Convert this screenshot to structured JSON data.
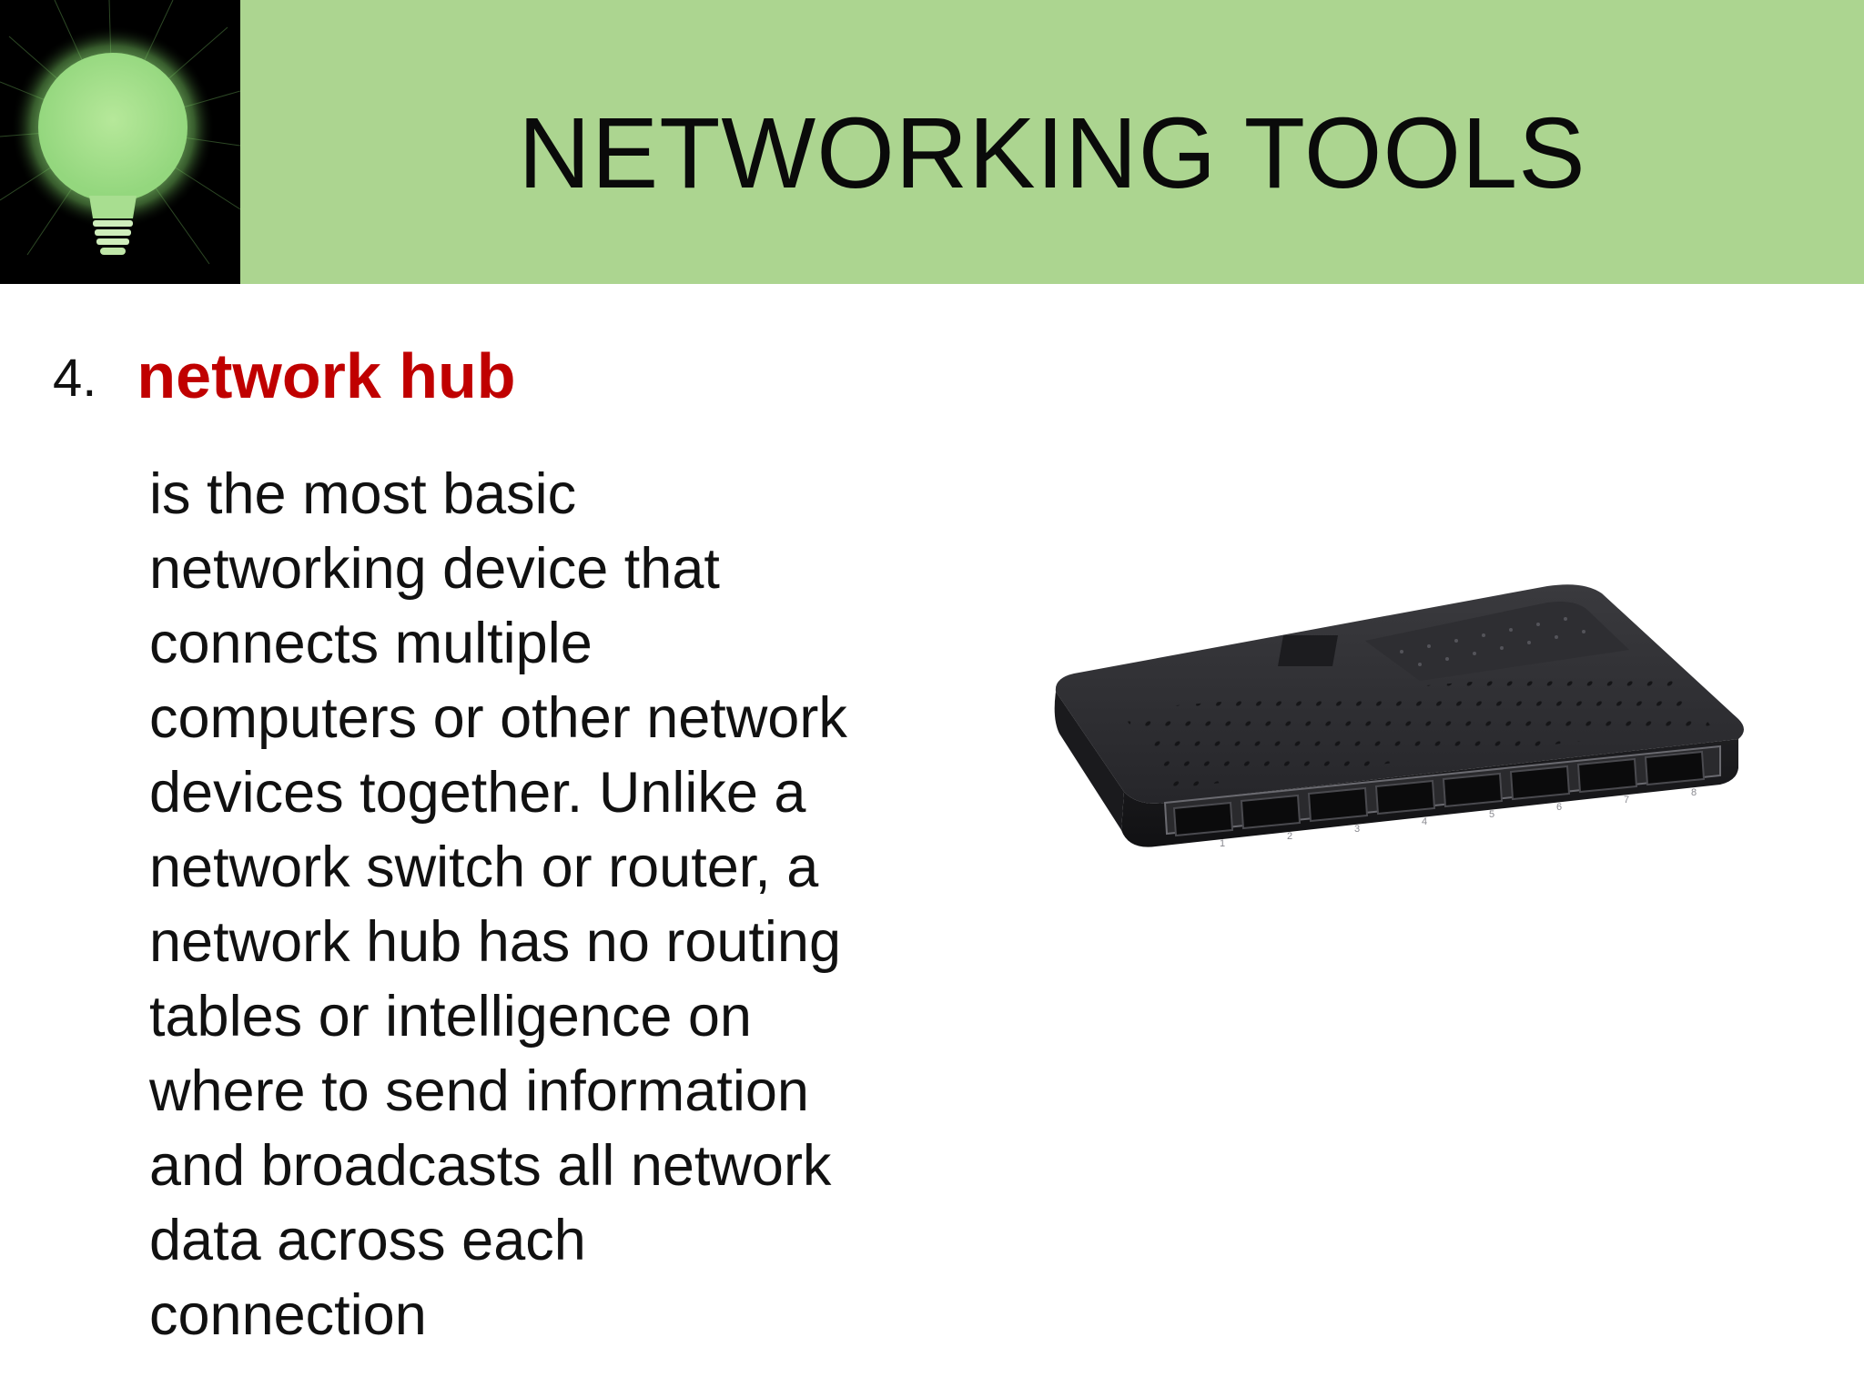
{
  "slide": {
    "title": "NETWORKING TOOLS",
    "item": {
      "number": "4.",
      "term": "network hub",
      "description_lines": [
        "is the most basic",
        "networking device that",
        "connects multiple",
        "computers or other network",
        "devices together. Unlike a",
        "network switch or router, a",
        "network hub has no routing",
        "tables or intelligence on",
        "where to send information",
        "and broadcasts all network",
        "data across each",
        "connection"
      ]
    },
    "port_labels": [
      "1",
      "2",
      "3",
      "4",
      "5",
      "6",
      "7",
      "8"
    ]
  },
  "colors": {
    "header_band": "#acd590",
    "term": "#c00000",
    "bulb_glow": "#9fe08a"
  },
  "icons": {
    "logo": "lightbulb-icon"
  }
}
